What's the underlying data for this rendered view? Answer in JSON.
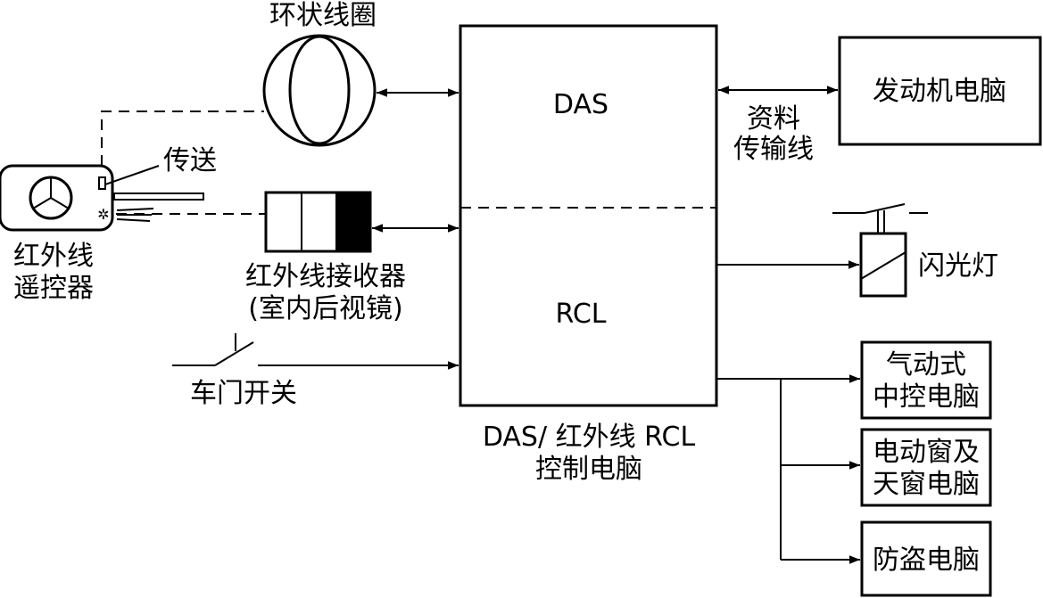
{
  "labels": {
    "loop_coil": "环状线圈",
    "transmit": "传送",
    "remote_line1": "红外线",
    "remote_line2": "遥控器",
    "ir_receiver_line1": "红外线接收器",
    "ir_receiver_line2": "(室内后视镜)",
    "door_switch": "车门开关",
    "das": "DAS",
    "rcl": "RCL",
    "control_caption_line1": "DAS/ 红外线 RCL",
    "control_caption_line2": "控制电脑",
    "engine_computer": "发动机电脑",
    "data_line_line1": "资料",
    "data_line_line2": "传输线",
    "flash_lamp": "闪光灯",
    "pneumatic_line1": "气动式",
    "pneumatic_line2": "中控电脑",
    "window_line1": "电动窗及",
    "window_line2": "天窗电脑",
    "antitheft": "防盗电脑"
  }
}
